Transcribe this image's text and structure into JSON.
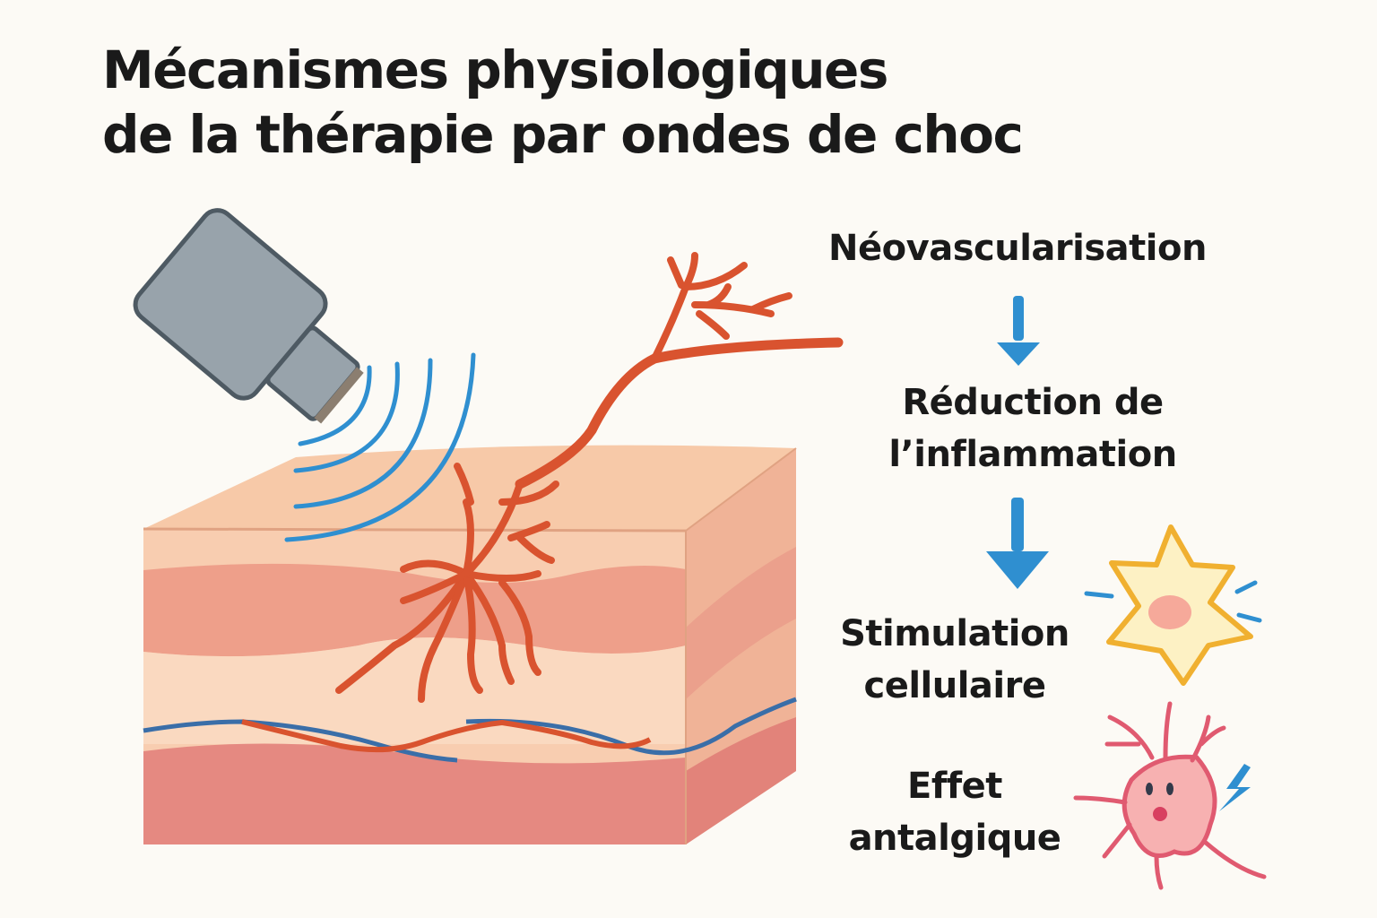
{
  "title": {
    "line1": "Mécanismes physiologiques",
    "line2": "de la thérapie par ondes de choc"
  },
  "mechanisms": [
    {
      "line1": "Néovascularisation",
      "line2": ""
    },
    {
      "line1": "Réduction de",
      "line2": "l’inflammation"
    },
    {
      "line1": "Stimulation",
      "line2": "cellulaire"
    },
    {
      "line1": "Effet",
      "line2": "antalgique"
    }
  ],
  "illustration": {
    "device": "shockwave-applicator",
    "waves": "blue-shockwave-arcs",
    "tissue": "skin-tissue-block",
    "vessels": "branching-blood-vessels",
    "cell_icon": "stimulated-cell",
    "neuron_icon": "neuron-with-lightning"
  },
  "colors": {
    "background": "#fcfaf5",
    "arrow": "#2f8fd0",
    "wave": "#2f8fd0",
    "vessel": "#d9532f",
    "vein": "#3a6ea8",
    "device": "#98a3ab",
    "device_outline": "#4e5a63",
    "cell_outline": "#f0b030",
    "cell_fill": "#fdf1c4",
    "neuron": "#e05a70",
    "neuron_fill": "#f7b1b1"
  }
}
